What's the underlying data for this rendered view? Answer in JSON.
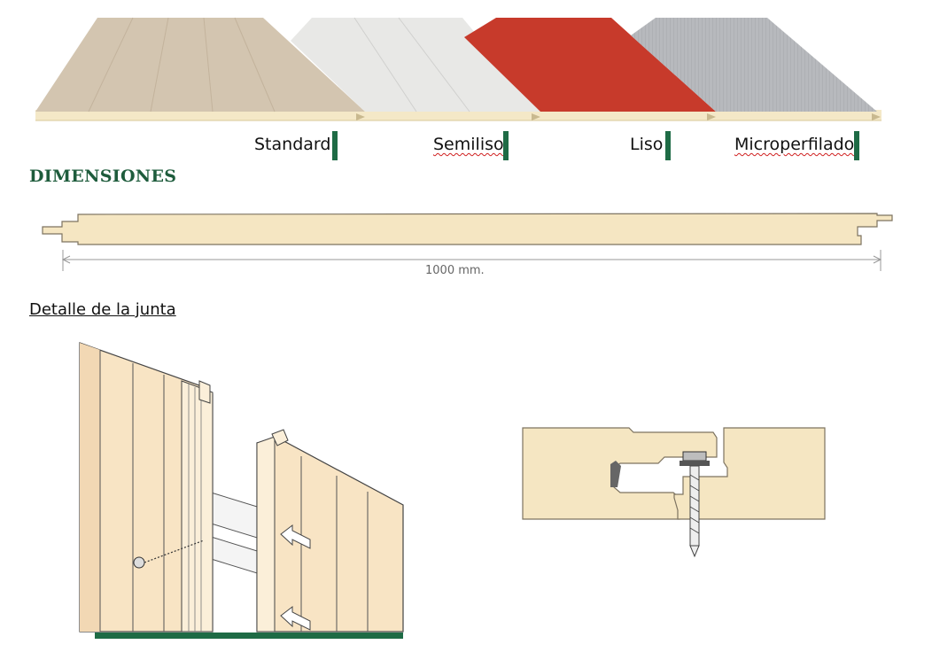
{
  "panels": [
    {
      "label": "Standard",
      "color": "#d3c5b0"
    },
    {
      "label": "Semiliso",
      "color": "#e8e8e6"
    },
    {
      "label": "Liso",
      "color": "#c73a2b"
    },
    {
      "label": "Microperfilado",
      "color": "#b7b9bd"
    }
  ],
  "core_color": "#f5e6c2",
  "accent_color": "#1e6b45",
  "section_title": "DIMENSIONES",
  "dimension_label": "1000 mm.",
  "joint_title": "Detalle de la junta"
}
